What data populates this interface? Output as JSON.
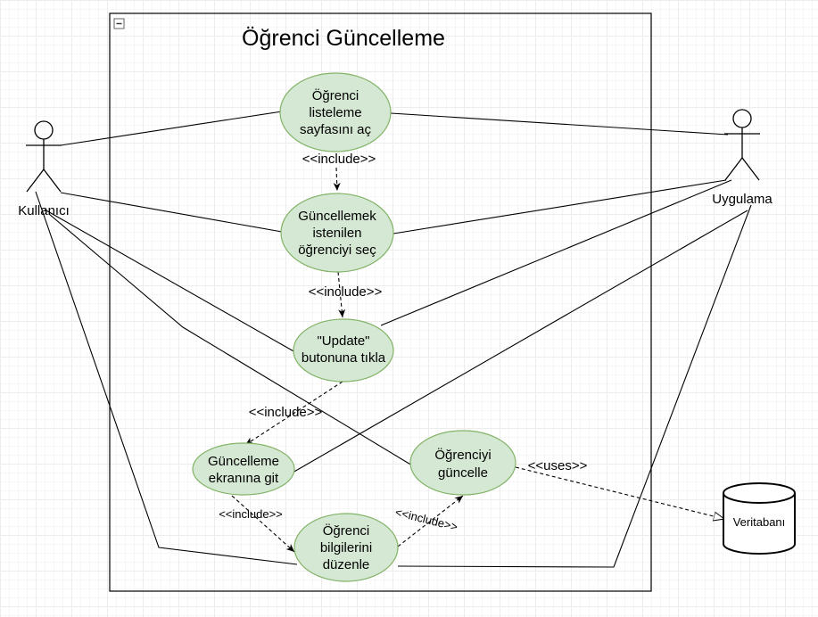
{
  "boundary": {
    "title": "Öğrenci Güncelleme",
    "collapse_symbol": "−"
  },
  "actors": [
    {
      "label": "Kullanıcı"
    },
    {
      "label": "Uygulama"
    }
  ],
  "use_cases": [
    {
      "lines": [
        "Öğrenci",
        "listeleme",
        "sayfasını aç"
      ]
    },
    {
      "lines": [
        "Güncellemek",
        "istenilen",
        "öğrenciyi seç"
      ]
    },
    {
      "lines": [
        "\"Update\"",
        "butonuna tıkla"
      ]
    },
    {
      "lines": [
        "Güncelleme",
        "ekranına git"
      ]
    },
    {
      "lines": [
        "Öğrenciyi",
        "güncelle"
      ]
    },
    {
      "lines": [
        "Öğrenci",
        "bilgilerini",
        "düzenle"
      ]
    }
  ],
  "relations": [
    {
      "label": "<<include>>"
    },
    {
      "label": "<<include>>"
    },
    {
      "label": "<<include>>"
    },
    {
      "label": "<<include>>"
    },
    {
      "label": "<<include>>"
    },
    {
      "label": "<<uses>>"
    }
  ],
  "database": {
    "label": "Veritabanı"
  }
}
